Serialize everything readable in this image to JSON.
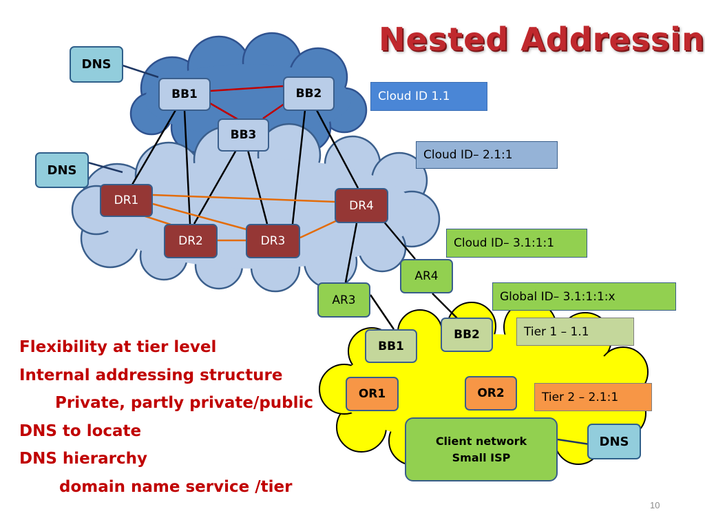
{
  "title": "Nested Addressing",
  "page_number": "10",
  "dns_label": "DNS",
  "clouds": {
    "top": {
      "nodes": {
        "bb1": "BB1",
        "bb2": "BB2",
        "bb3": "BB3"
      }
    },
    "middle": {
      "nodes": {
        "dr1": "DR1",
        "dr2": "DR2",
        "dr3": "DR3",
        "dr4": "DR4"
      }
    },
    "bottom": {
      "nodes": {
        "bb1": "BB1",
        "bb2": "BB2",
        "or1": "OR1",
        "or2": "OR2"
      },
      "client_network": {
        "line1": "Client network",
        "line2": "Small ISP"
      }
    }
  },
  "access_routers": {
    "ar3": "AR3",
    "ar4": "AR4"
  },
  "labels": {
    "cloud_id_1": "Cloud ID 1.1",
    "cloud_id_2": "Cloud ID– 2.1:1",
    "cloud_id_3": "Cloud ID– 3.1:1:1",
    "global_id": "Global ID– 3.1:1:1:x",
    "tier_1": "Tier 1 – 1.1",
    "tier_2": "Tier 2 – 2.1:1"
  },
  "bullets": [
    "Flexibility at tier level",
    "Internal addressing structure",
    "Private, partly private/public",
    "DNS to locate",
    "DNS hierarchy",
    "domain name service /tier"
  ],
  "colors": {
    "title_red": "#c0282d",
    "bullet_red": "#c00000",
    "top_cloud": "#4f81bd",
    "middle_cloud": "#b9cde8",
    "bottom_cloud": "#ffff00",
    "dr_fill": "#953735",
    "ar_fill": "#92d050",
    "or_fill": "#f79646",
    "dns_fill": "#92cddc",
    "link_red": "#c00000",
    "link_orange": "#e36c09",
    "link_black": "#000000"
  }
}
